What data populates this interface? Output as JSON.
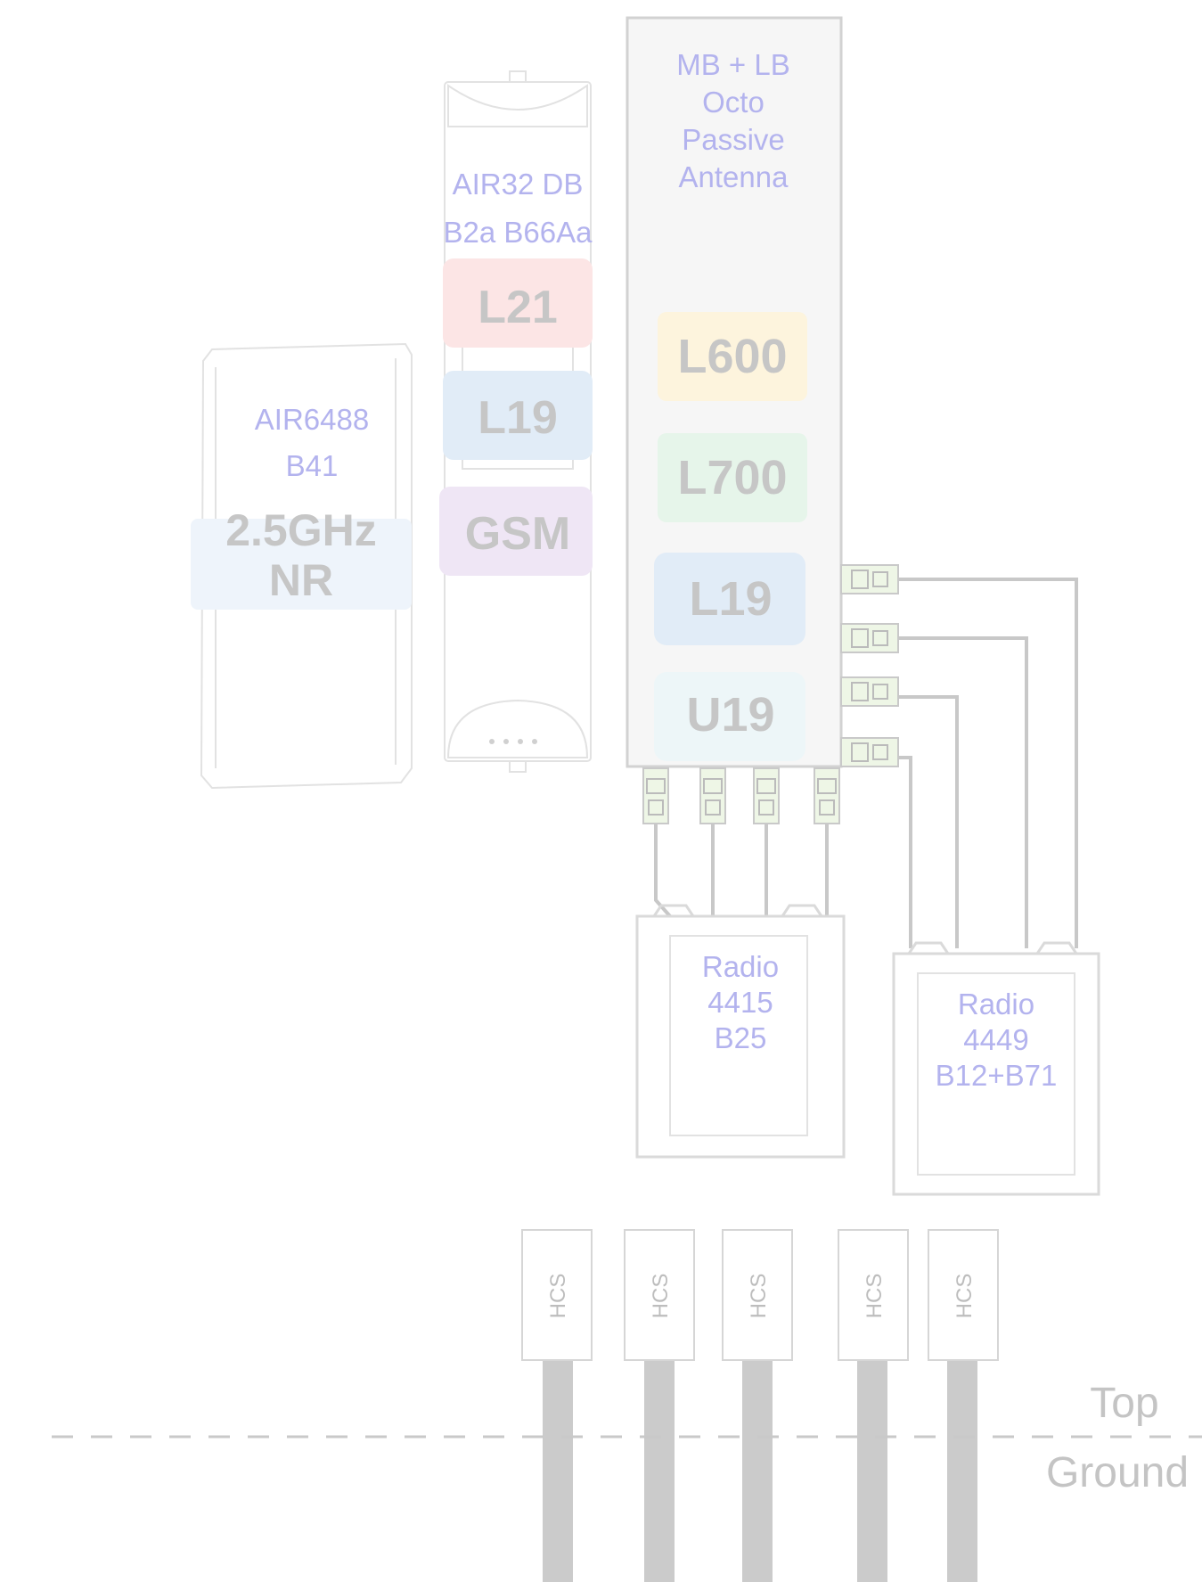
{
  "antenna_mb_lb": {
    "label_lines": [
      "MB + LB",
      "Octo",
      "Passive",
      "Antenna"
    ],
    "bands": [
      {
        "name": "L600",
        "color": "#fdf4dd"
      },
      {
        "name": "L700",
        "color": "#e6f5ea"
      },
      {
        "name": "L19",
        "color": "#e1ecf7"
      },
      {
        "name": "U19",
        "color": "#edf6f8"
      }
    ]
  },
  "air32": {
    "label_lines": [
      "AIR32 DB",
      "B2a B66Aa"
    ],
    "bands": [
      {
        "name": "L21",
        "color": "#fce5e5"
      },
      {
        "name": "L19",
        "color": "#e1ecf7"
      },
      {
        "name": "GSM",
        "color": "#efe6f5"
      }
    ]
  },
  "air6488": {
    "label_lines": [
      "AIR6488",
      "B41"
    ],
    "band_lines": [
      "2.5GHz",
      "NR"
    ],
    "band_color": "#eef4fb"
  },
  "radio_4415": {
    "label_lines": [
      "Radio",
      "4415",
      "B25"
    ]
  },
  "radio_4449": {
    "label_lines": [
      "Radio",
      "4449",
      "B12+B71"
    ]
  },
  "hcs_units": [
    "HCS",
    "HCS",
    "HCS",
    "HCS",
    "HCS"
  ],
  "level_labels": {
    "top": "Top",
    "ground": "Ground"
  },
  "colors": {
    "label_text": "#b3b3ee",
    "band_text": "#c6c6c6",
    "outline": "#dadada",
    "cable": "#c8c8c8",
    "feeder": "#cbcbcb"
  }
}
